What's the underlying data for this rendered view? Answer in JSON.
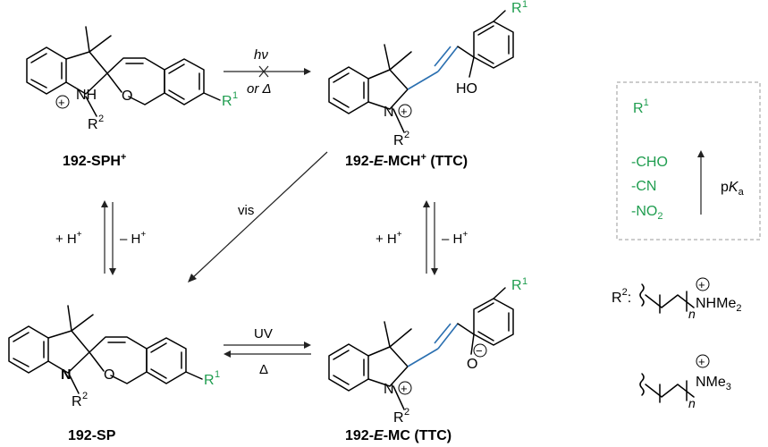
{
  "compounds": {
    "sph": {
      "label": "192-SPH",
      "sup": "+"
    },
    "mch": {
      "label_a": "192-",
      "label_b": "E",
      "label_c": "-MCH",
      "sup": "+",
      "label_d": " (TTC)"
    },
    "sp": {
      "label": "192-SP"
    },
    "mc": {
      "label_a": "192-",
      "label_b": "E",
      "label_c": "-MC (TTC)"
    }
  },
  "atoms": {
    "nh": "NH",
    "n": "N",
    "o": "O",
    "ho": "HO",
    "r": "R",
    "one": "1",
    "two": "2",
    "plus": "+",
    "minus": "−"
  },
  "conditions": {
    "hv": "hν",
    "or_heat": "or Δ",
    "vis": "vis",
    "plus_h": "+ H",
    "minus_h": "– H",
    "h_sup": "+",
    "uv": "UV",
    "delta": "Δ"
  },
  "legend": {
    "r1_title": "R",
    "r1_sup": "1",
    "items": [
      "-CHO",
      "-CN",
      "-NO"
    ],
    "no2_sub": "2",
    "pka_p": "p",
    "pka_k": "K",
    "pka_a": "a"
  },
  "r2": {
    "title": "R",
    "sup": "2",
    "colon": ":",
    "n_sub": "n",
    "nhme": "NHMe",
    "nme": "NMe",
    "sub2": "2",
    "sub3": "3"
  },
  "colors": {
    "substituent": "#1f9d4f",
    "vinyl": "#2a6fb0"
  }
}
